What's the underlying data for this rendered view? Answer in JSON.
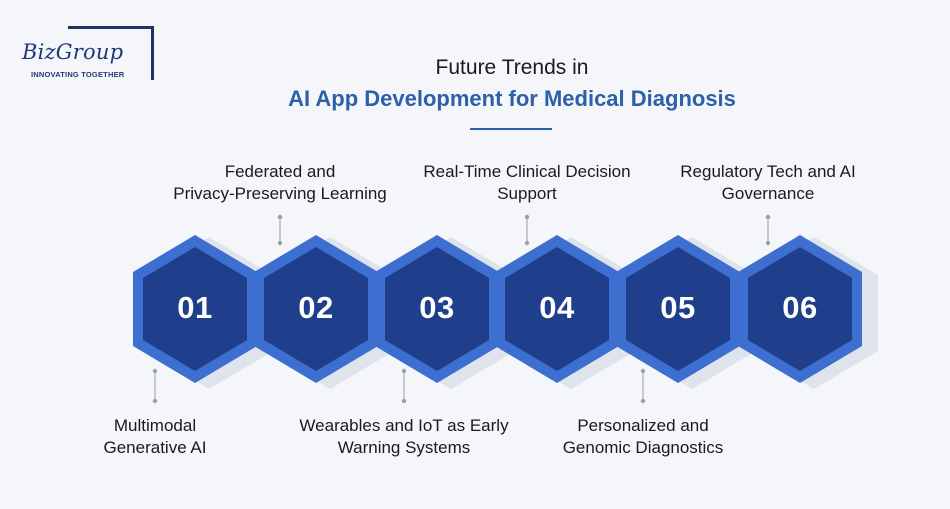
{
  "logo": {
    "name": "BizGroup",
    "tagline": "INNOVATING TOGETHER"
  },
  "title": {
    "line1": "Future Trends in",
    "line2": "AI App Development for Medical Diagnosis"
  },
  "colors": {
    "accent": "#2d5faa",
    "hex_outer": "#3d6fd0",
    "hex_inner": "#1f3f8c",
    "background": "#f4f6fa"
  },
  "steps": [
    {
      "number": "01",
      "lines": [
        "Multimodal",
        "Generative AI"
      ]
    },
    {
      "number": "02",
      "lines": [
        "Federated and",
        "Privacy-Preserving Learning"
      ]
    },
    {
      "number": "03",
      "lines": [
        "Wearables and IoT as Early",
        "Warning Systems"
      ]
    },
    {
      "number": "04",
      "lines": [
        "Real-Time Clinical Decision",
        "Support"
      ]
    },
    {
      "number": "05",
      "lines": [
        "Personalized and",
        "Genomic Diagnostics"
      ]
    },
    {
      "number": "06",
      "lines": [
        "Regulatory Tech and AI",
        "Governance"
      ]
    }
  ]
}
